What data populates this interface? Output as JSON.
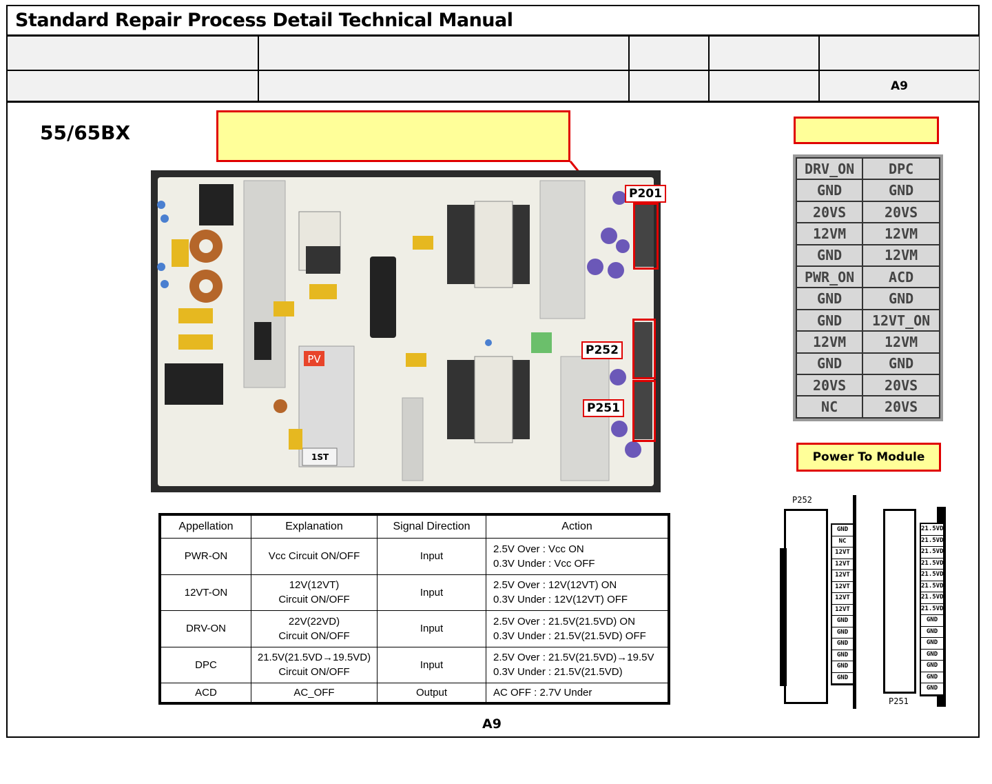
{
  "header": {
    "title": "Standard Repair Process Detail Technical Manual",
    "model_code": "A9"
  },
  "model": "55/65BX",
  "callouts": {
    "pin_callout": "",
    "power_to_module": "Power To Module"
  },
  "connectors": {
    "p201": "P201",
    "p252": "P252",
    "p251": "P251"
  },
  "board_marks": {
    "pv": "PV",
    "first": "1ST"
  },
  "pin_map": [
    [
      "DRV_ON",
      "DPC"
    ],
    [
      "GND",
      "GND"
    ],
    [
      "20VS",
      "20VS"
    ],
    [
      "12VM",
      "12VM"
    ],
    [
      "GND",
      "12VM"
    ],
    [
      "PWR_ON",
      "ACD"
    ],
    [
      "GND",
      "GND"
    ],
    [
      "GND",
      "12VT_ON"
    ],
    [
      "12VM",
      "12VM"
    ],
    [
      "GND",
      "GND"
    ],
    [
      "20VS",
      "20VS"
    ],
    [
      "NC",
      "20VS"
    ]
  ],
  "signal_table": {
    "headers": [
      "Appellation",
      "Explanation",
      "Signal Direction",
      "Action"
    ],
    "rows": [
      {
        "name": "PWR-ON",
        "explain1": "Vcc Circuit ON/OFF",
        "explain2": "",
        "dir": "Input",
        "action1": "2.5V Over : Vcc ON",
        "action2": "0.3V Under : Vcc OFF"
      },
      {
        "name": "12VT-ON",
        "explain1": "12V(12VT)",
        "explain2": "Circuit ON/OFF",
        "dir": "Input",
        "action1": "2.5V Over : 12V(12VT) ON",
        "action2": "0.3V Under : 12V(12VT) OFF"
      },
      {
        "name": "DRV-ON",
        "explain1": "22V(22VD)",
        "explain2": "Circuit ON/OFF",
        "dir": "Input",
        "action1": "2.5V Over : 21.5V(21.5VD) ON",
        "action2": "0.3V Under : 21.5V(21.5VD) OFF"
      },
      {
        "name": "DPC",
        "explain1": "21.5V(21.5VD→19.5VD)",
        "explain2": "Circuit ON/OFF",
        "dir": "Input",
        "action1": "2.5V Over : 21.5V(21.5VD)→19.5V",
        "action2": "0.3V Under : 21.5V(21.5VD)"
      },
      {
        "name": "ACD",
        "explain1": "AC_OFF",
        "explain2": "",
        "dir": "Output",
        "action1": "AC OFF : 2.7V Under",
        "action2": ""
      }
    ]
  },
  "p252_diagram": {
    "label": "P252",
    "pins": [
      "GND",
      "NC",
      "12VT",
      "12VT",
      "12VT",
      "12VT",
      "12VT",
      "12VT",
      "GND",
      "GND",
      "GND",
      "GND",
      "GND",
      "GND"
    ]
  },
  "p251_diagram": {
    "label": "P251",
    "pins": [
      "21.5VD",
      "21.5VD",
      "21.5VD",
      "21.5VD",
      "21.5VD",
      "21.5VD",
      "21.5VD",
      "21.5VD",
      "GND",
      "GND",
      "GND",
      "GND",
      "GND",
      "GND",
      "GND"
    ]
  },
  "footer": {
    "model_code": "A9"
  },
  "colors": {
    "callout_fill": "#ffff99",
    "callout_border": "#e00000",
    "header_fill": "#f1f1f1"
  }
}
